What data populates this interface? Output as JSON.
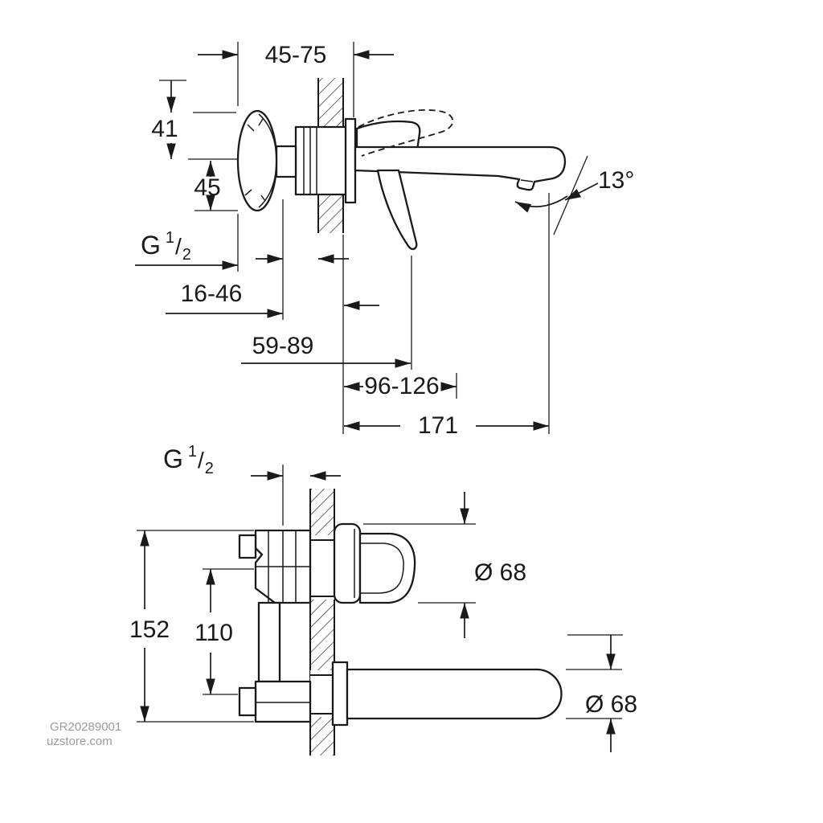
{
  "colors": {
    "line": "#1a1a1a",
    "watermark": "#9b9b9b",
    "background": "#ffffff"
  },
  "top_view": {
    "dims": {
      "projection": "45-75",
      "height_above": "41",
      "height_below": "45",
      "thread": {
        "g": "G",
        "num": "1",
        "slash": "/",
        "den": "2"
      },
      "mounting_depth": "16-46",
      "concealed_depth": "59-89",
      "spout_front": "96-126",
      "total_reach": "171",
      "spray_angle": "13°"
    }
  },
  "bottom_view": {
    "dims": {
      "thread": {
        "g": "G",
        "num": "1",
        "slash": "/",
        "den": "2"
      },
      "overall_height": "152",
      "outlet_distance": "110",
      "escutcheon_diameter": "Ø 68",
      "spout_diameter": "Ø 68"
    }
  },
  "watermark": {
    "line1": "GR20289001",
    "line2": "uzstore.com"
  }
}
